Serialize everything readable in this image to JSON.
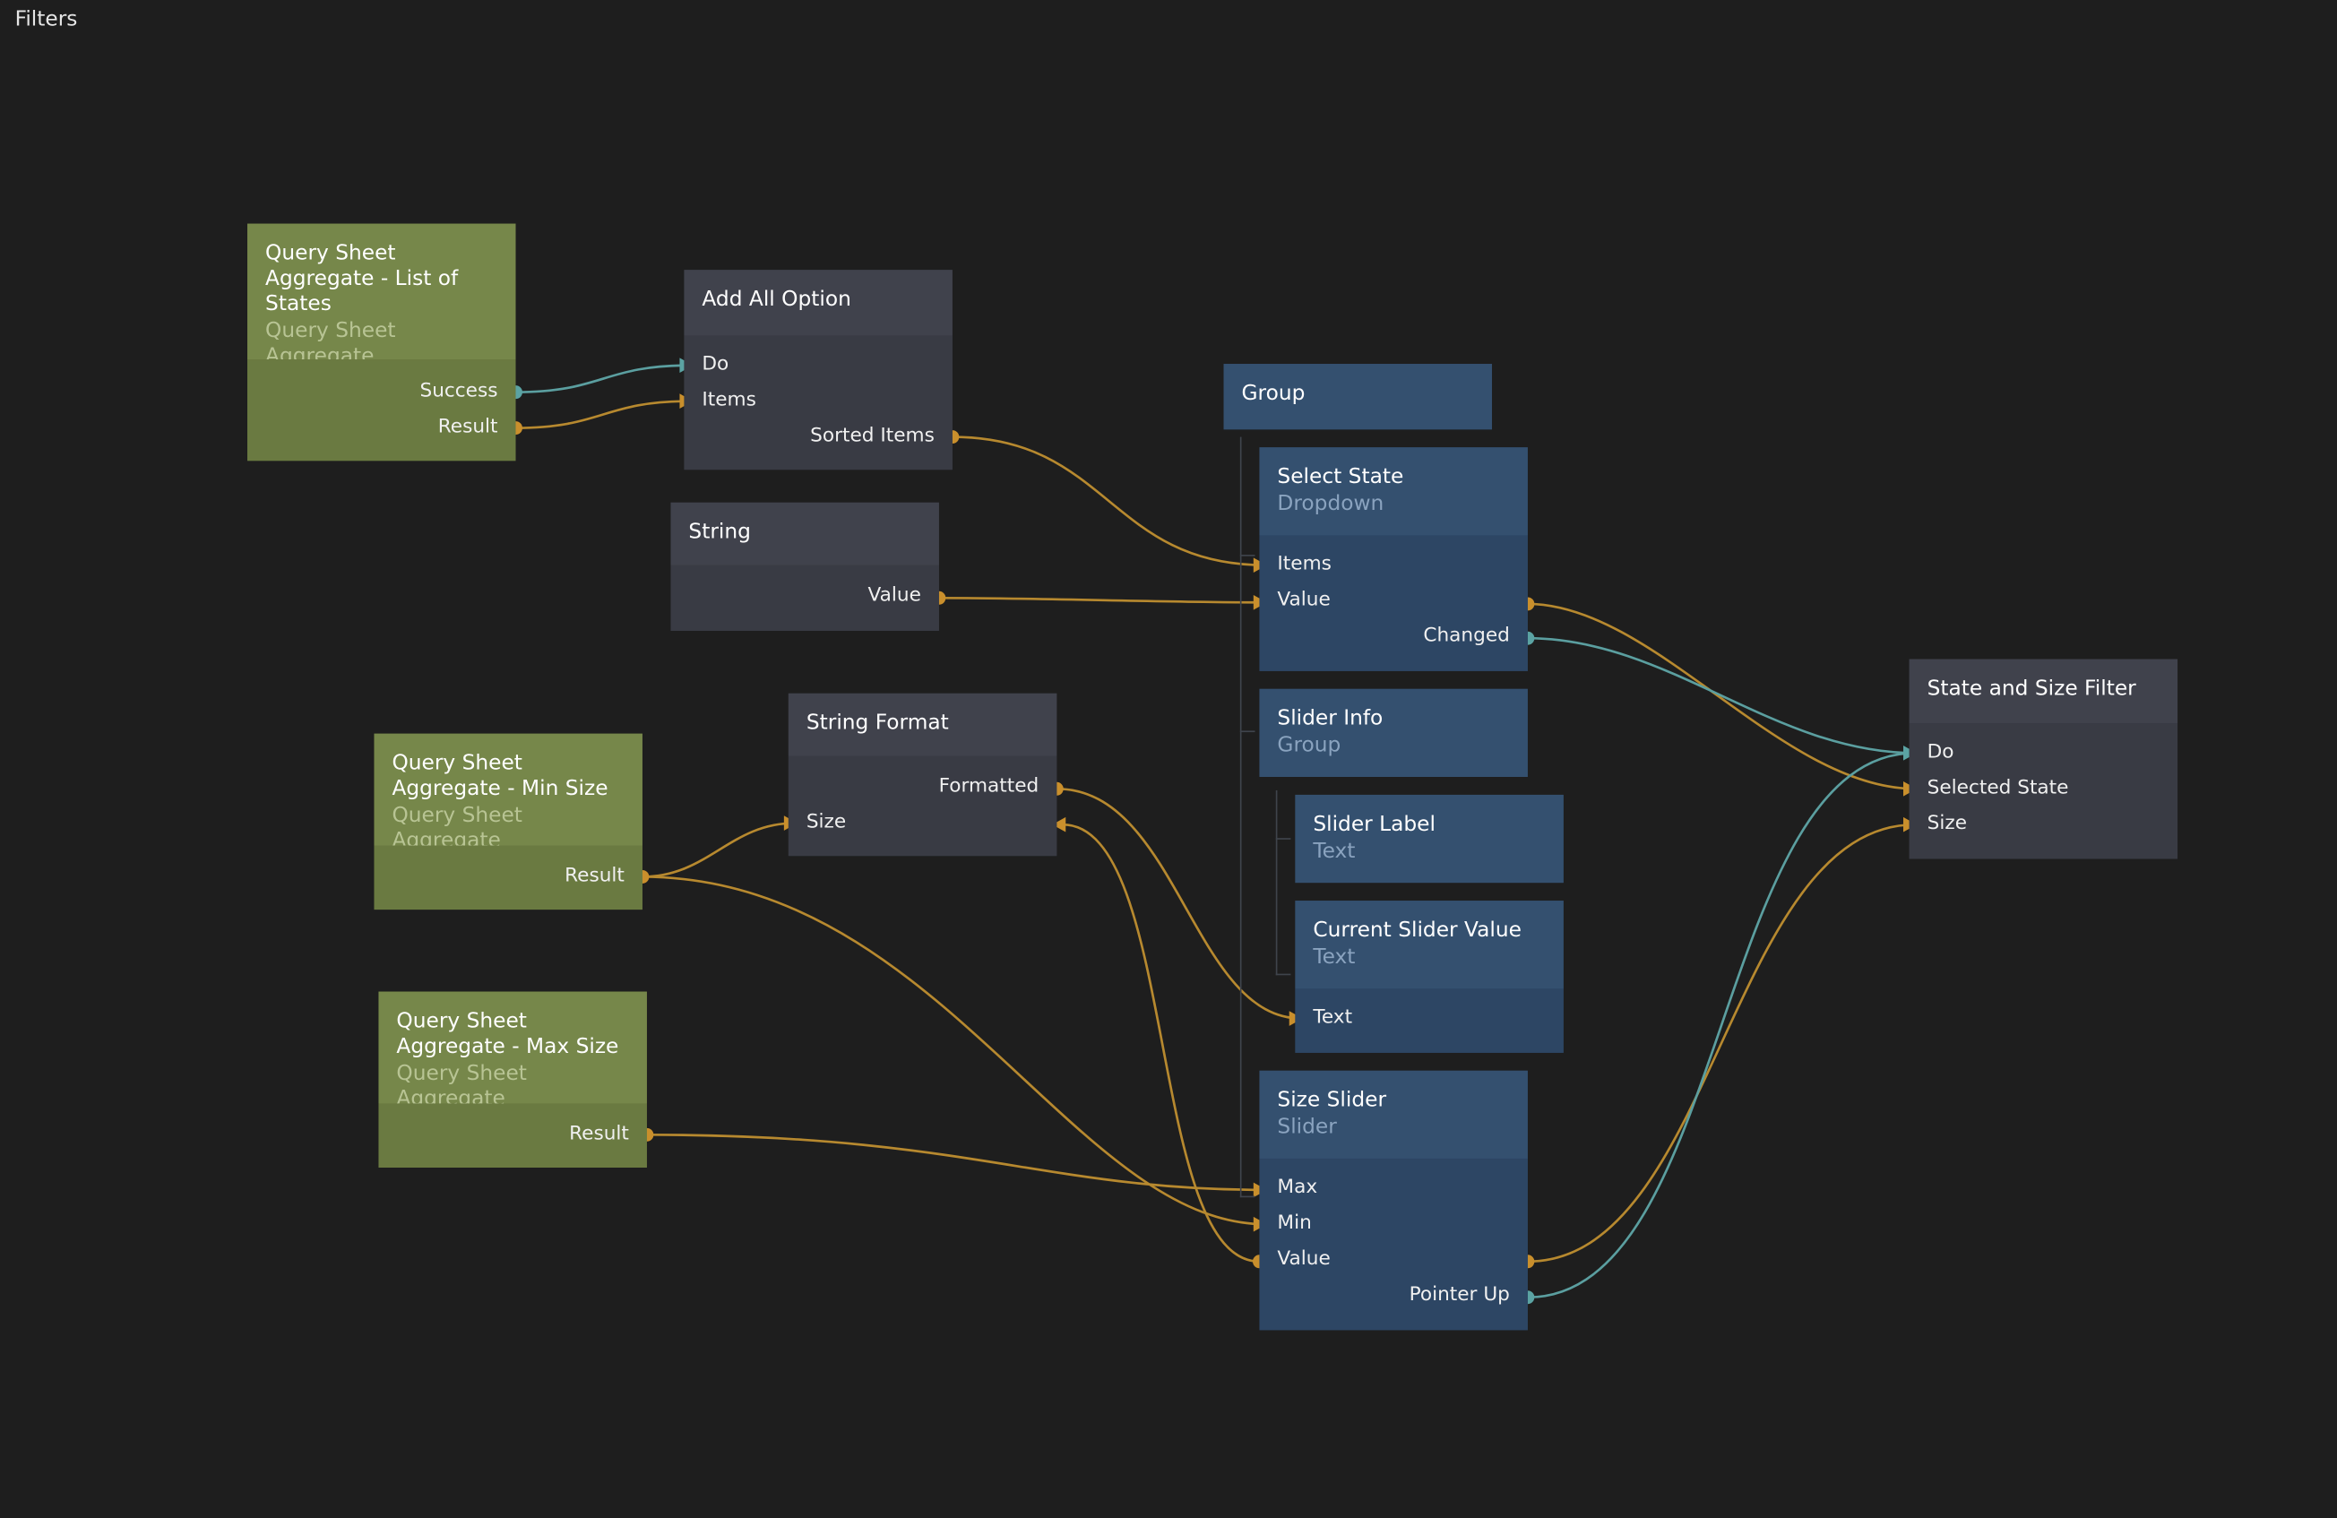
{
  "page": {
    "title": "Filters"
  },
  "colors": {
    "background": "#1e1e1e",
    "data_wire": "#b7892f",
    "signal_wire": "#5b9fa0",
    "data_port": "#c98f2c",
    "signal_port": "#5ba3a3",
    "logic_node": "#6f7f45",
    "visual_node": "#2f4a69",
    "utility_node": "#3c3e47"
  },
  "nodes": {
    "qsa_states": {
      "title": "Query Sheet Aggregate - List of States",
      "subtitle": "Query Sheet Aggregate",
      "outputs": {
        "success": "Success",
        "result": "Result"
      }
    },
    "add_all": {
      "title": "Add All Option",
      "inputs": {
        "do": "Do",
        "items": "Items"
      },
      "outputs": {
        "sorted_items": "Sorted Items"
      }
    },
    "string": {
      "title": "String",
      "outputs": {
        "value": "Value"
      }
    },
    "group": {
      "title": "Group"
    },
    "select_state": {
      "title": "Select State",
      "subtitle": "Dropdown",
      "inputs": {
        "items": "Items",
        "value": "Value"
      },
      "outputs": {
        "changed": "Changed"
      }
    },
    "slider_info": {
      "title": "Slider Info",
      "subtitle": "Group"
    },
    "slider_label": {
      "title": "Slider Label",
      "subtitle": "Text"
    },
    "current_value": {
      "title": "Current Slider Value",
      "subtitle": "Text",
      "inputs": {
        "text": "Text"
      }
    },
    "size_slider": {
      "title": "Size Slider",
      "subtitle": "Slider",
      "inputs": {
        "max": "Max",
        "min": "Min",
        "value": "Value"
      },
      "outputs": {
        "pointer_up": "Pointer Up"
      }
    },
    "string_format": {
      "title": "String Format",
      "inputs": {
        "size": "Size"
      },
      "outputs": {
        "formatted": "Formatted"
      }
    },
    "qsa_min": {
      "title": "Query Sheet Aggregate - Min Size",
      "subtitle": "Query Sheet Aggregate",
      "outputs": {
        "result": "Result"
      }
    },
    "qsa_max": {
      "title": "Query Sheet Aggregate - Max Size",
      "subtitle": "Query Sheet Aggregate",
      "outputs": {
        "result": "Result"
      }
    },
    "filter": {
      "title": "State and Size Filter",
      "inputs": {
        "do": "Do",
        "selected_state": "Selected State",
        "size": "Size"
      }
    }
  },
  "connections": [
    {
      "from": "qsa_states.success",
      "to": "add_all.do",
      "kind": "signal"
    },
    {
      "from": "qsa_states.result",
      "to": "add_all.items",
      "kind": "data"
    },
    {
      "from": "add_all.sorted_items",
      "to": "select_state.items",
      "kind": "data"
    },
    {
      "from": "string.value",
      "to": "select_state.value",
      "kind": "data"
    },
    {
      "from": "select_state.value",
      "to": "filter.selected_state",
      "kind": "data"
    },
    {
      "from": "select_state.changed",
      "to": "filter.do",
      "kind": "signal"
    },
    {
      "from": "qsa_min.result",
      "to": "string_format.size",
      "kind": "data"
    },
    {
      "from": "qsa_min.result",
      "to": "size_slider.min",
      "kind": "data"
    },
    {
      "from": "qsa_max.result",
      "to": "size_slider.max",
      "kind": "data"
    },
    {
      "from": "string_format.formatted",
      "to": "current_value.text",
      "kind": "data"
    },
    {
      "from": "size_slider.value",
      "to": "string_format.size",
      "kind": "data"
    },
    {
      "from": "size_slider.value",
      "to": "filter.size",
      "kind": "data"
    },
    {
      "from": "size_slider.pointer_up",
      "to": "filter.do",
      "kind": "signal"
    }
  ]
}
